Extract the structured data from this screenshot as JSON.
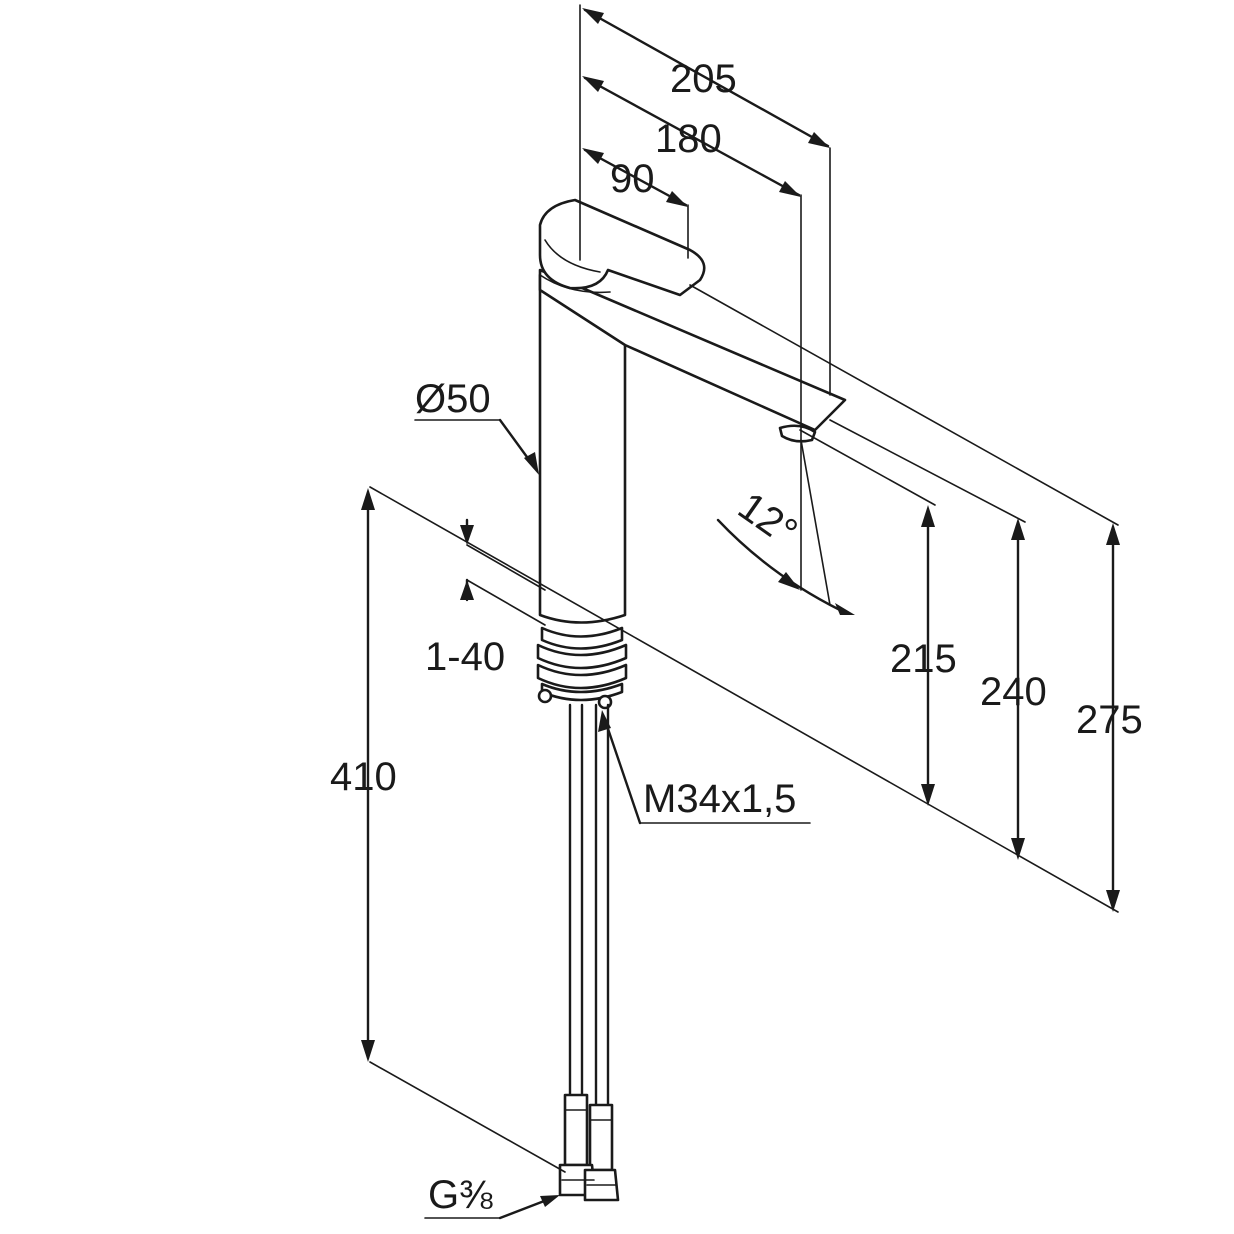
{
  "dimensions": {
    "spout_reach_total": "205",
    "spout_reach_outlet": "180",
    "lever_depth": "90",
    "body_diameter": "Ø50",
    "deck_thickness": "1-40",
    "mounting_thread": "M34x1,5",
    "total_height_with_hoses": "410",
    "spout_angle": "12°",
    "outlet_height": "215",
    "spout_height": "240",
    "total_height": "275",
    "hose_connection": "G⅜"
  }
}
